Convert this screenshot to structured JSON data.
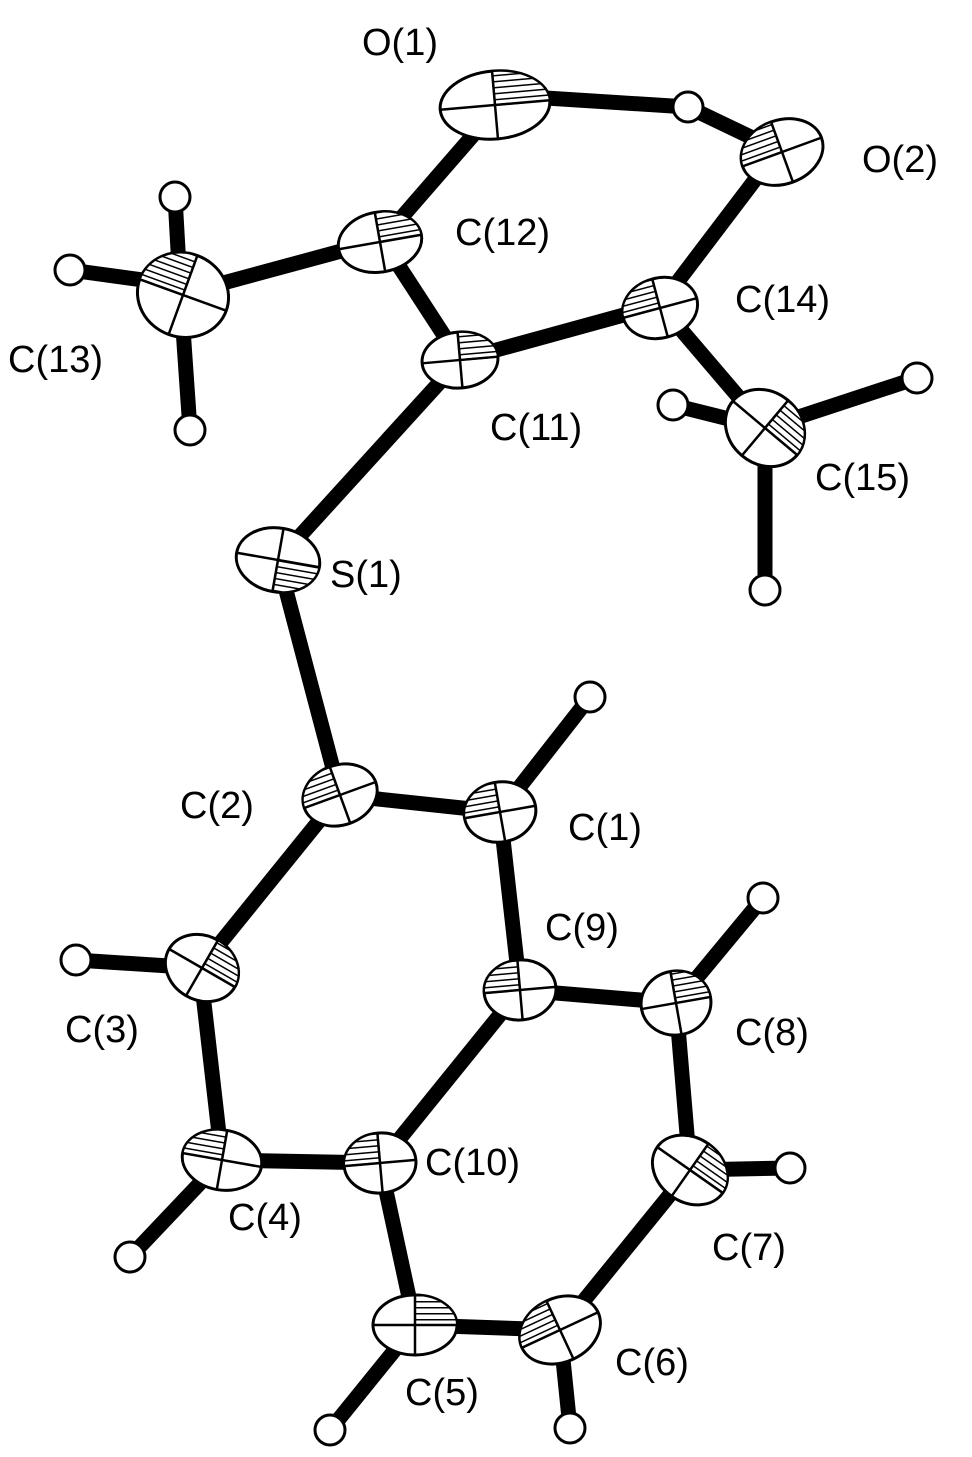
{
  "labels": {
    "O1": "O(1)",
    "O2": "O(2)",
    "C12": "C(12)",
    "C13": "C(13)",
    "C14": "C(14)",
    "C11": "C(11)",
    "C15": "C(15)",
    "S1": "S(1)",
    "C2": "C(2)",
    "C1": "C(1)",
    "C9": "C(9)",
    "C3": "C(3)",
    "C8": "C(8)",
    "C10": "C(10)",
    "C4": "C(4)",
    "C7": "C(7)",
    "C6": "C(6)",
    "C5": "C(5)"
  },
  "colors": {
    "ink": "#000000",
    "background": "#ffffff"
  }
}
